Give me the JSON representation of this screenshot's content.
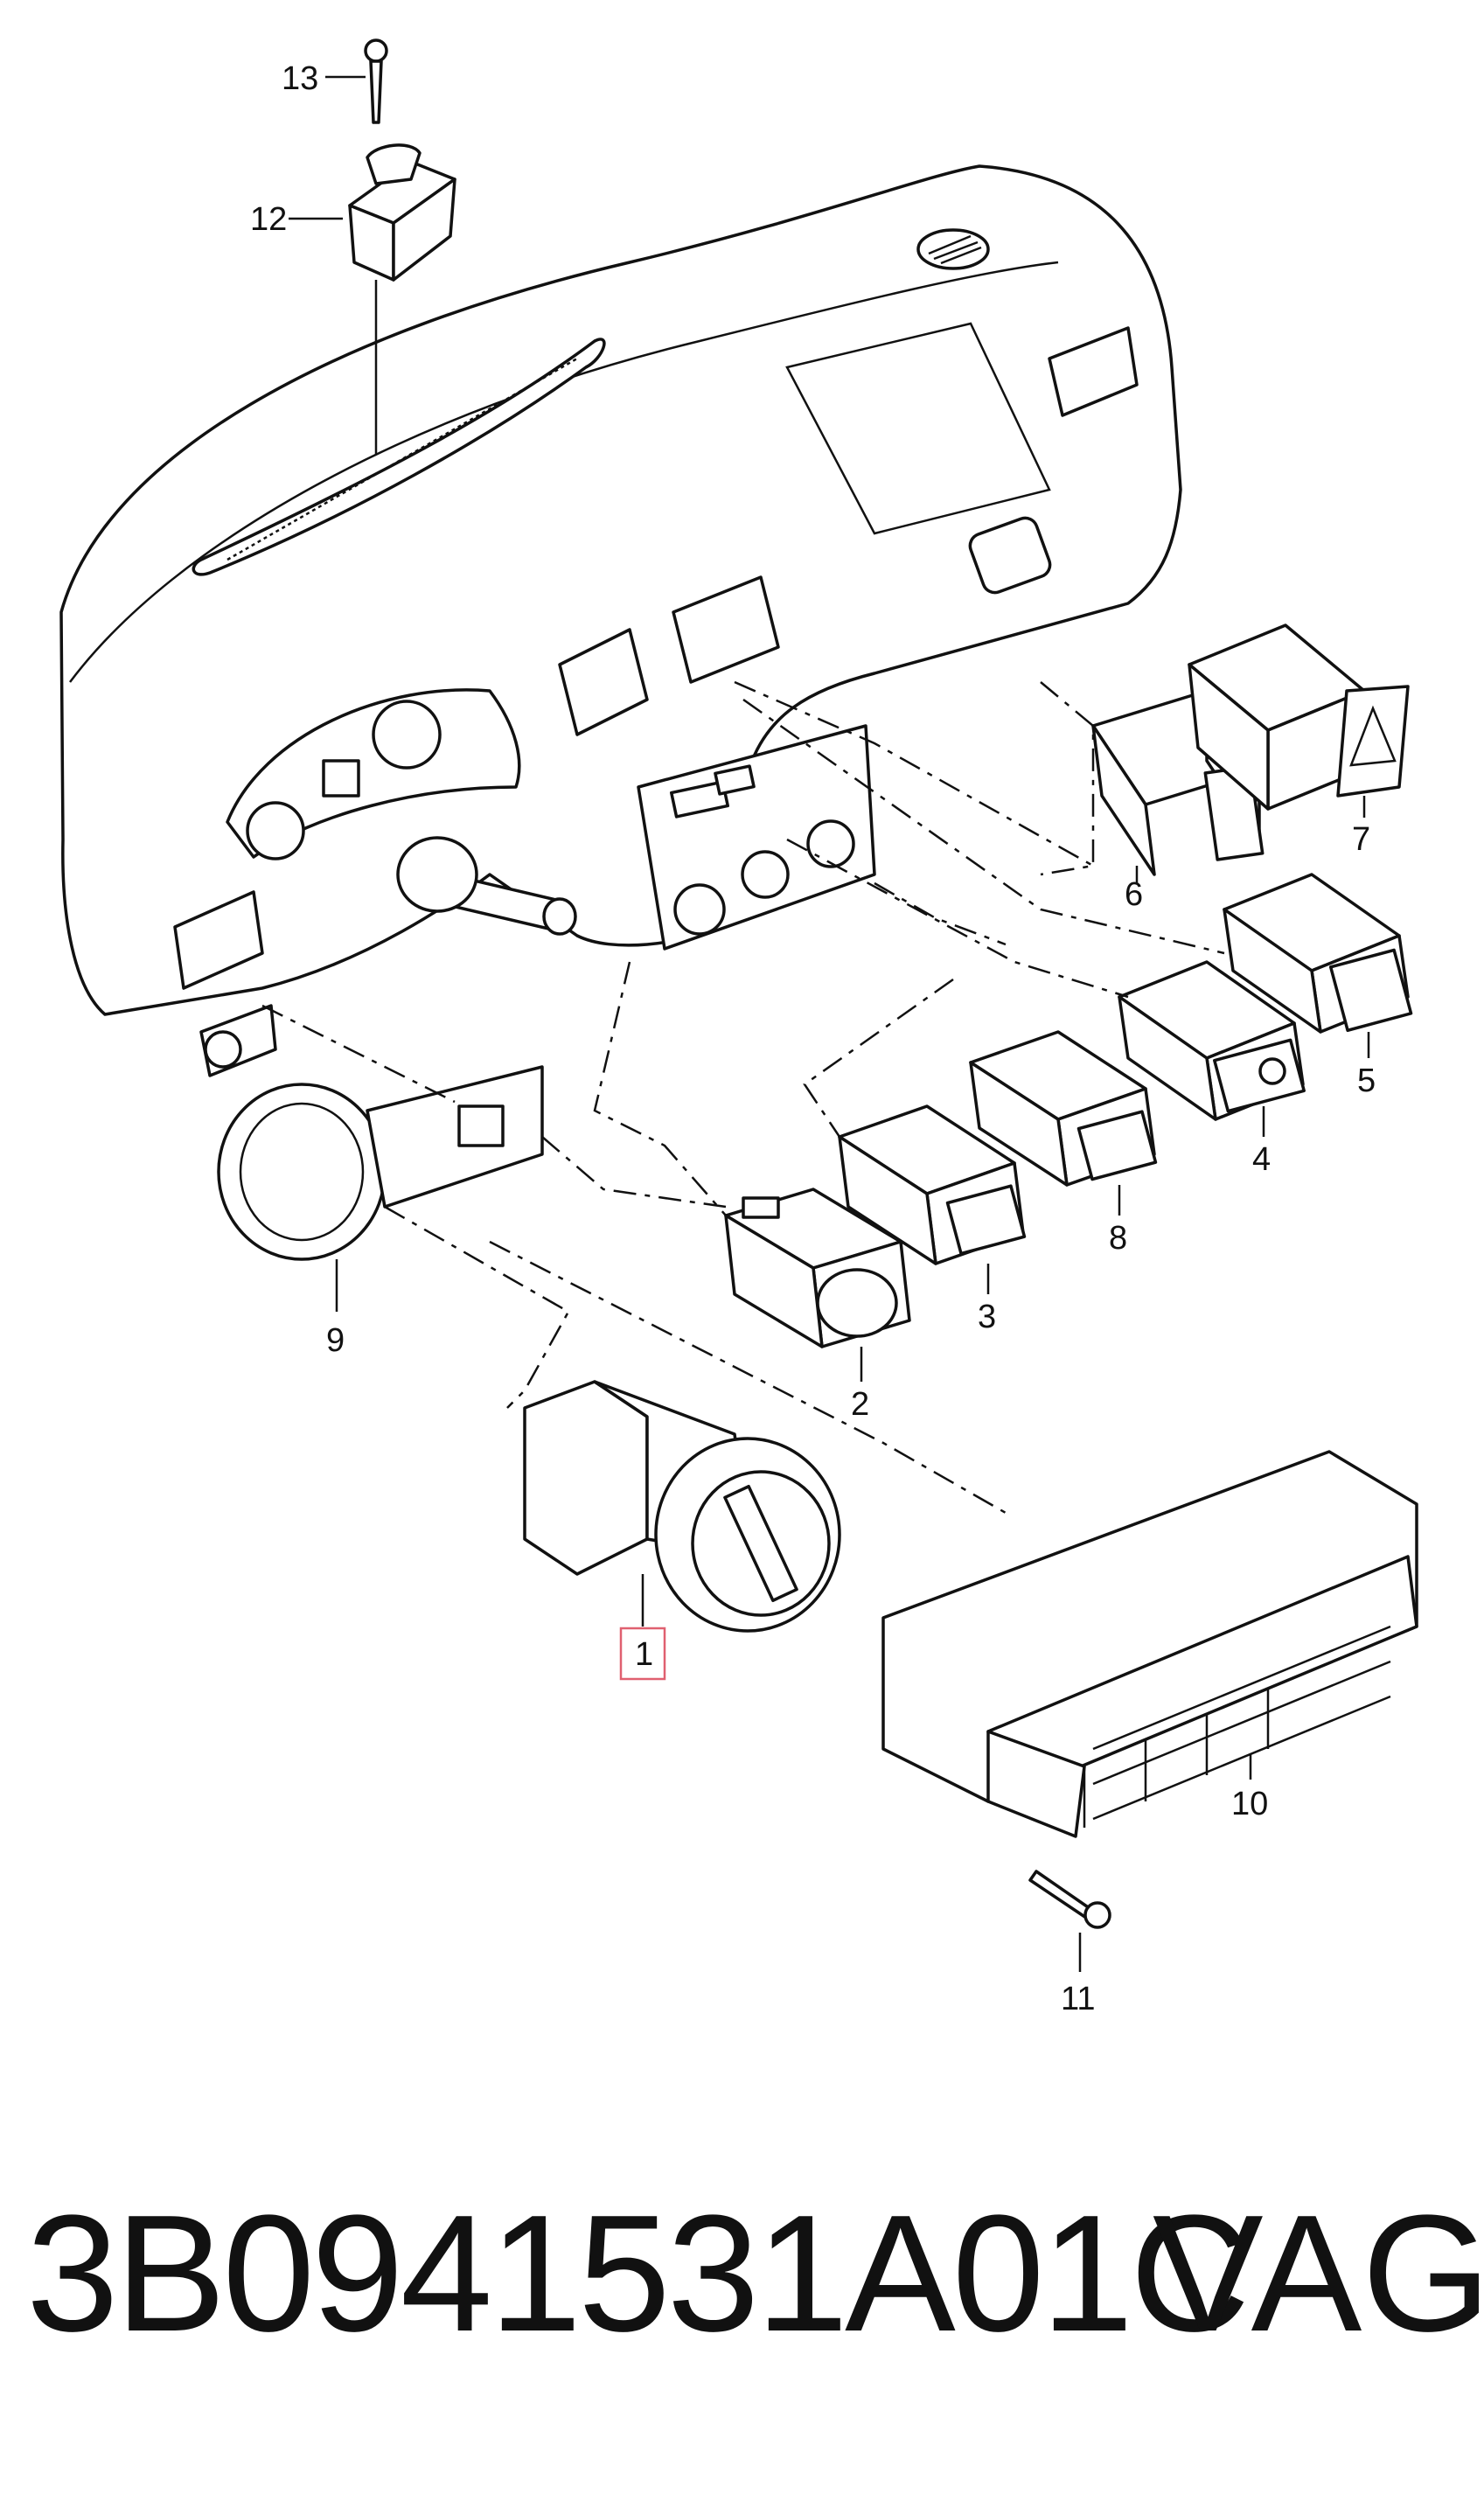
{
  "callouts": {
    "c1": "1",
    "c2": "2",
    "c3": "3",
    "c4": "4",
    "c5": "5",
    "c6": "6",
    "c7": "7",
    "c8": "8",
    "c9": "9",
    "c10": "10",
    "c11": "11",
    "c12": "12",
    "c13": "13"
  },
  "highlighted_callout": "1",
  "highlight_color": "#e06070",
  "footer": {
    "part_number": "3B0941531A01C",
    "brand": "VAG"
  }
}
